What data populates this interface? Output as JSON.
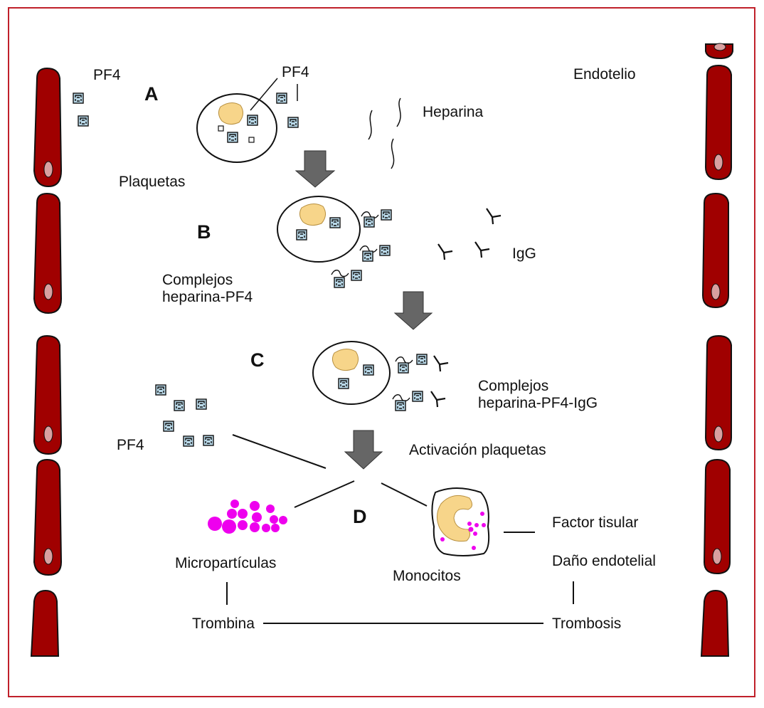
{
  "colors": {
    "frame": "#c0202a",
    "endothelium_cell": "#a00000",
    "endothelium_nucleus": "#d9a0a0",
    "platelet_granule": "#f7d58a",
    "pf4_fill": "#b8d8e8",
    "arrow": "#666666",
    "microparticle": "#ee00ee"
  },
  "labels": {
    "pf4_left": "PF4",
    "stage_a": "A",
    "pf4_top": "PF4",
    "endotelio": "Endotelio",
    "heparina": "Heparina",
    "plaquetas": "Plaquetas",
    "stage_b": "B",
    "igg": "IgG",
    "complejos_hp_1": "Complejos",
    "complejos_hp_2": "heparina-PF4",
    "stage_c": "C",
    "complejos_hpi_1": "Complejos",
    "complejos_hpi_2": "heparina-PF4-IgG",
    "pf4_c": "PF4",
    "activacion": "Activación plaquetas",
    "stage_d": "D",
    "factor_tisular": "Factor tisular",
    "micro": "Micropartículas",
    "monocitos": "Monocitos",
    "dano": "Daño endotelial",
    "trombina": "Trombina",
    "trombosis": "Trombosis"
  }
}
